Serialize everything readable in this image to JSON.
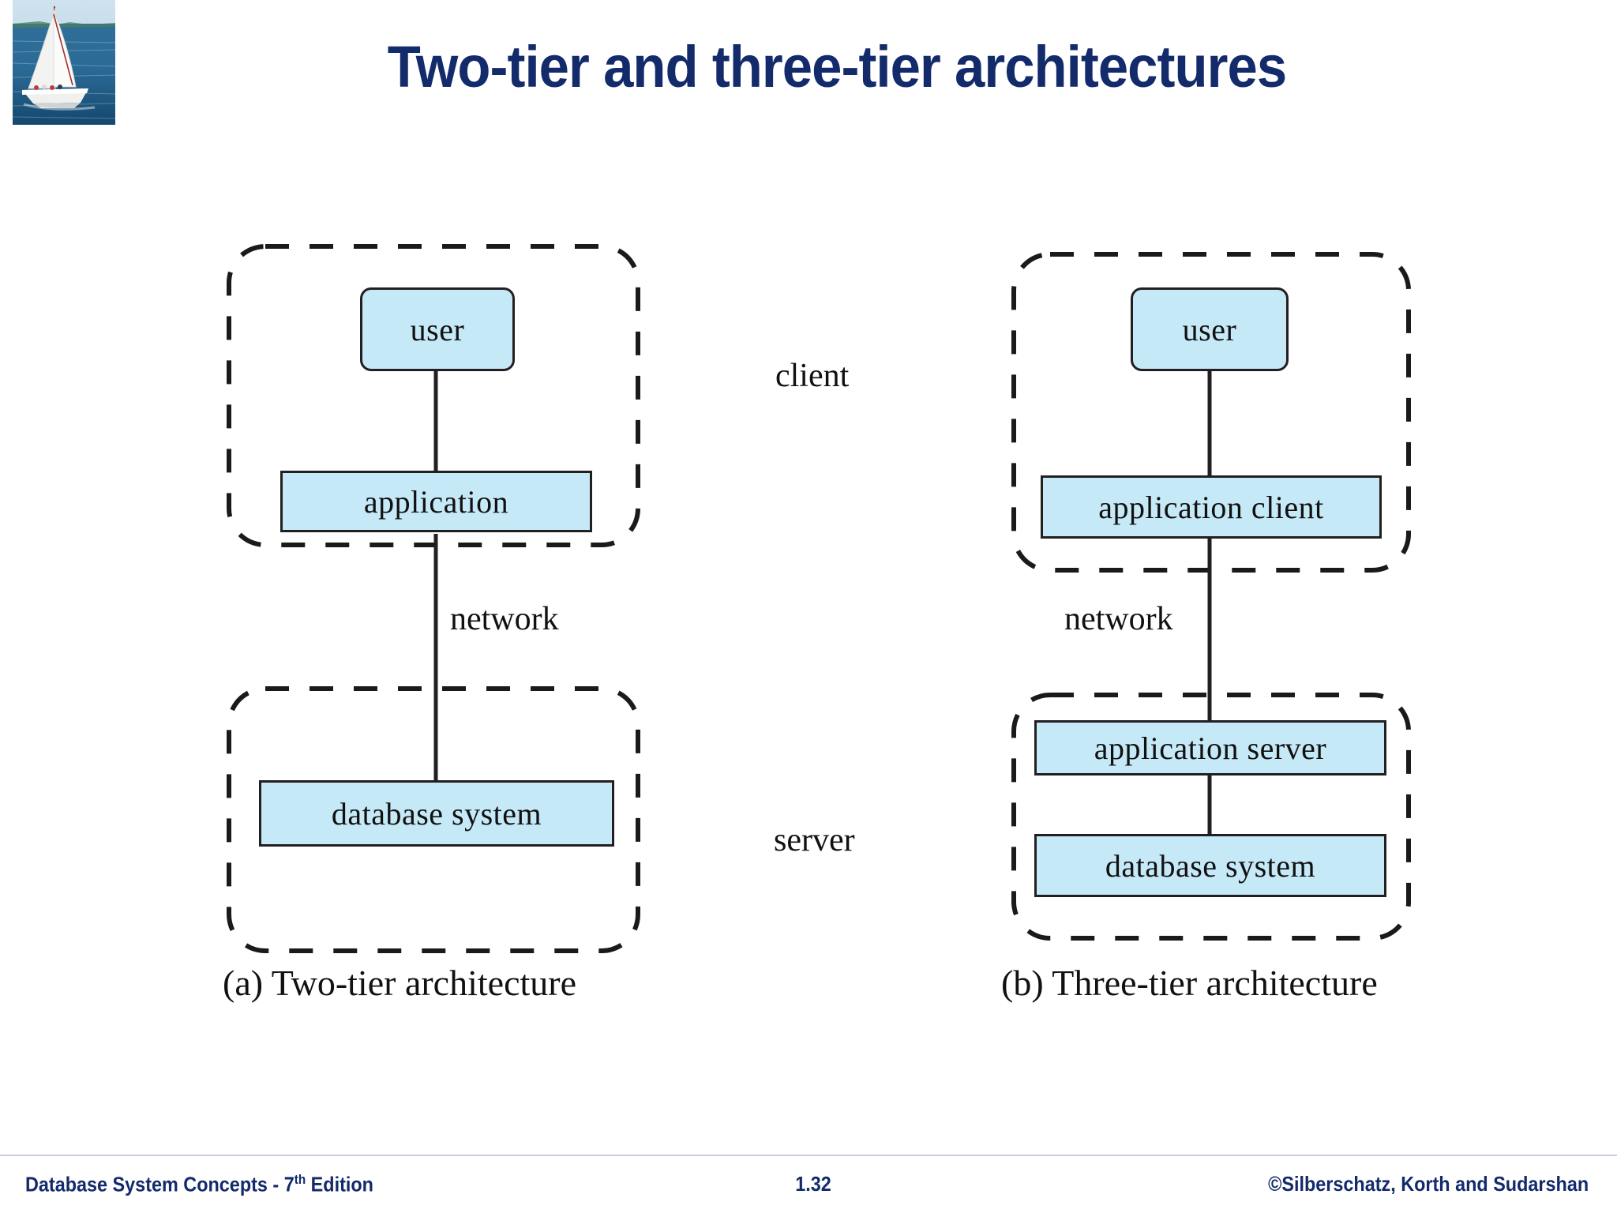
{
  "slide": {
    "title": "Two-tier and three-tier architectures",
    "title_color": "#132a6b",
    "background_color": "#ffffff"
  },
  "logo": {
    "icon": "sailboat-photo",
    "alt": "Sailboat on blue sea"
  },
  "diagram": {
    "type": "architecture-block-diagram",
    "box_fill_color": "#c6e9f8",
    "box_border_color": "#231f20",
    "connector_color": "#231f20",
    "tier_border_style": "dashed-rounded-rectangle",
    "two_tier": {
      "caption": "(a) Two-tier architecture",
      "client_group": {
        "nodes": [
          {
            "label": "user",
            "shape": "rounded-rect"
          },
          {
            "label": "application",
            "shape": "rect"
          }
        ]
      },
      "server_group": {
        "nodes": [
          {
            "label": "database system",
            "shape": "rect"
          }
        ]
      },
      "connector_label": "network"
    },
    "three_tier": {
      "caption": "(b) Three-tier architecture",
      "client_group": {
        "nodes": [
          {
            "label": "user",
            "shape": "rounded-rect"
          },
          {
            "label": "application client",
            "shape": "rect"
          }
        ]
      },
      "server_group": {
        "nodes": [
          {
            "label": "application server",
            "shape": "rect"
          },
          {
            "label": "database system",
            "shape": "rect"
          }
        ]
      },
      "connector_label": "network"
    },
    "tier_labels": {
      "client": "client",
      "server": "server"
    }
  },
  "footer": {
    "left_text_before_sup": "Database System Concepts - 7",
    "left_sup": "th",
    "left_text_after_sup": " Edition",
    "page_number": "1.32",
    "copyright": "©Silberschatz, Korth and Sudarshan",
    "color": "#132a6b"
  }
}
